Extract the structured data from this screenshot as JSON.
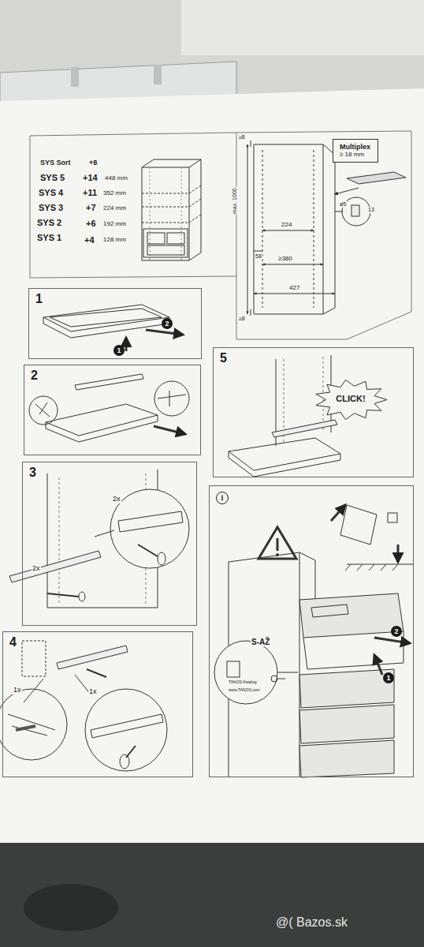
{
  "diagram": {
    "nodes": [
      {
        "text": [
          "Multiplex",
          "≥ 18 mm"
        ]
      },
      {
        "text": [
          "1"
        ]
      },
      {
        "text": [
          "2"
        ]
      },
      {
        "text": [
          "3"
        ]
      },
      {
        "text": [
          "4"
        ]
      },
      {
        "text": [
          "5"
        ]
      },
      {
        "text": [
          "CLICK!"
        ],
        "in": 5
      },
      {
        "text": [
          "i"
        ]
      }
    ],
    "labels": [
      "SYS Sort",
      "+8",
      "SYS 5",
      "+14",
      "448 mm",
      "SYS 4",
      "+11",
      "352 mm",
      "SYS 3",
      "+7",
      "224 mm",
      "SYS 2",
      "+6",
      "192 mm",
      "SYS 1",
      "+4",
      "128 mm",
      "≥8",
      "max. 1000",
      "224",
      "58",
      "≥380",
      "427",
      "≥8",
      "ø5",
      "13",
      "2",
      "1",
      "2x",
      "2x",
      "1x",
      "1x",
      "S-AŽ",
      "TANOS-Katalog",
      "www.TANOS.com",
      "2",
      "1",
      "@( Bazos.sk"
    ]
  }
}
